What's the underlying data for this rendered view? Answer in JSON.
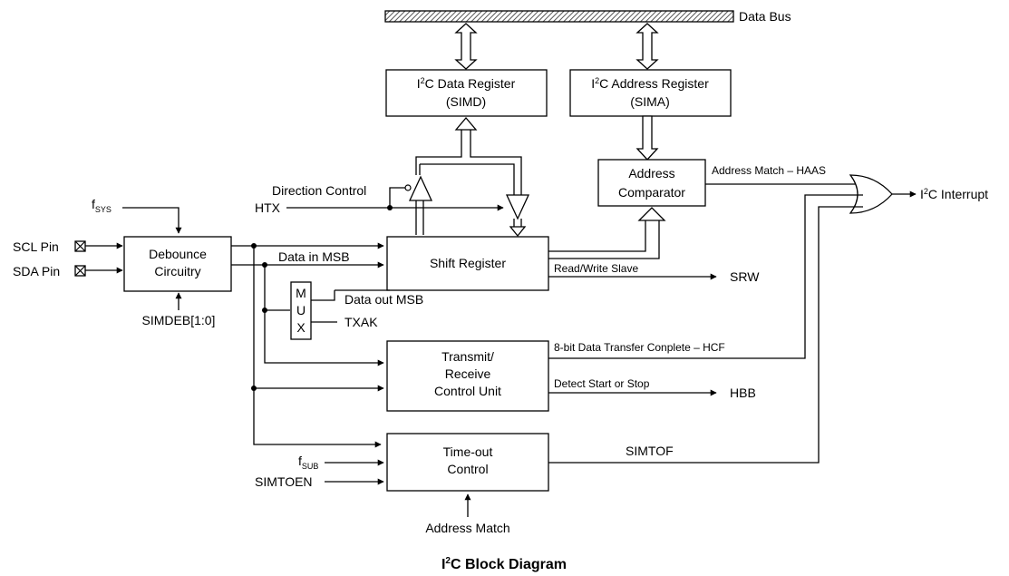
{
  "caption": {
    "prefix": "I",
    "sup": "2",
    "rest": "C Block Diagram"
  },
  "data_bus": "Data Bus",
  "simd": {
    "prefix": "I",
    "sup": "2",
    "rest": "C Data Register",
    "sub": "(SIMD)"
  },
  "sima": {
    "prefix": "I",
    "sup": "2",
    "rest": "C Address Register",
    "sub": "(SIMA)"
  },
  "comparator": {
    "line1": "Address",
    "line2": "Comparator"
  },
  "shift_register": "Shift Register",
  "debounce": {
    "line1": "Debounce",
    "line2": "Circuitry"
  },
  "trcu": {
    "line1": "Transmit/",
    "line2": "Receive",
    "line3": "Control Unit"
  },
  "timeout": {
    "line1": "Time-out",
    "line2": "Control"
  },
  "mux": [
    "M",
    "U",
    "X"
  ],
  "inputs": {
    "fsys_main": "f",
    "fsys_sub": "SYS",
    "scl": "SCL Pin",
    "sda": "SDA Pin",
    "simdeb": "SIMDEB[1:0]",
    "htx": "HTX",
    "direction": "Direction Control",
    "fsub_main": "f",
    "fsub_sub": "SUB",
    "simtoen": "SIMTOEN",
    "address_match": "Address Match"
  },
  "signals": {
    "data_in_msb": "Data in MSB",
    "data_out_msb": "Data out MSB",
    "txak": "TXAK",
    "addr_match_haas": "Address Match – HAAS",
    "rw_slave": "Read/Write Slave",
    "srw": "SRW",
    "hcf": "8-bit Data Transfer Conplete – HCF",
    "detect": "Detect Start or Stop",
    "hbb": "HBB",
    "simtof": "SIMTOF",
    "interrupt": {
      "prefix": "I",
      "sup": "2",
      "rest": "C Interrupt"
    }
  }
}
